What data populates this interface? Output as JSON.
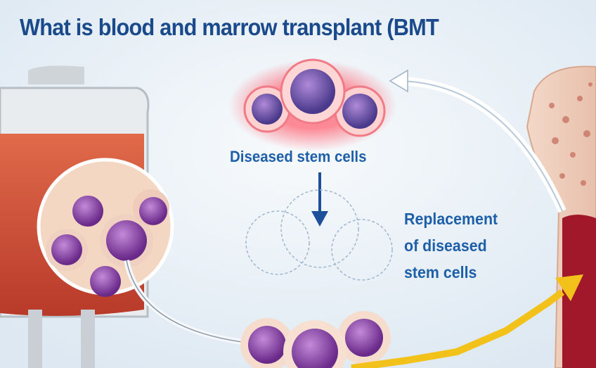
{
  "title": "What is blood and marrow transplant (BMT",
  "labels": {
    "diseased": "Diseased stem cells",
    "replacement": [
      "Replacement",
      "of diseased",
      "stem cells"
    ]
  },
  "colors": {
    "title": "#1a4a8c",
    "label": "#1d5fa8",
    "blood": "#d9553a",
    "cell": "#8a4fb0",
    "arrow_yellow": "#f2c21b"
  }
}
